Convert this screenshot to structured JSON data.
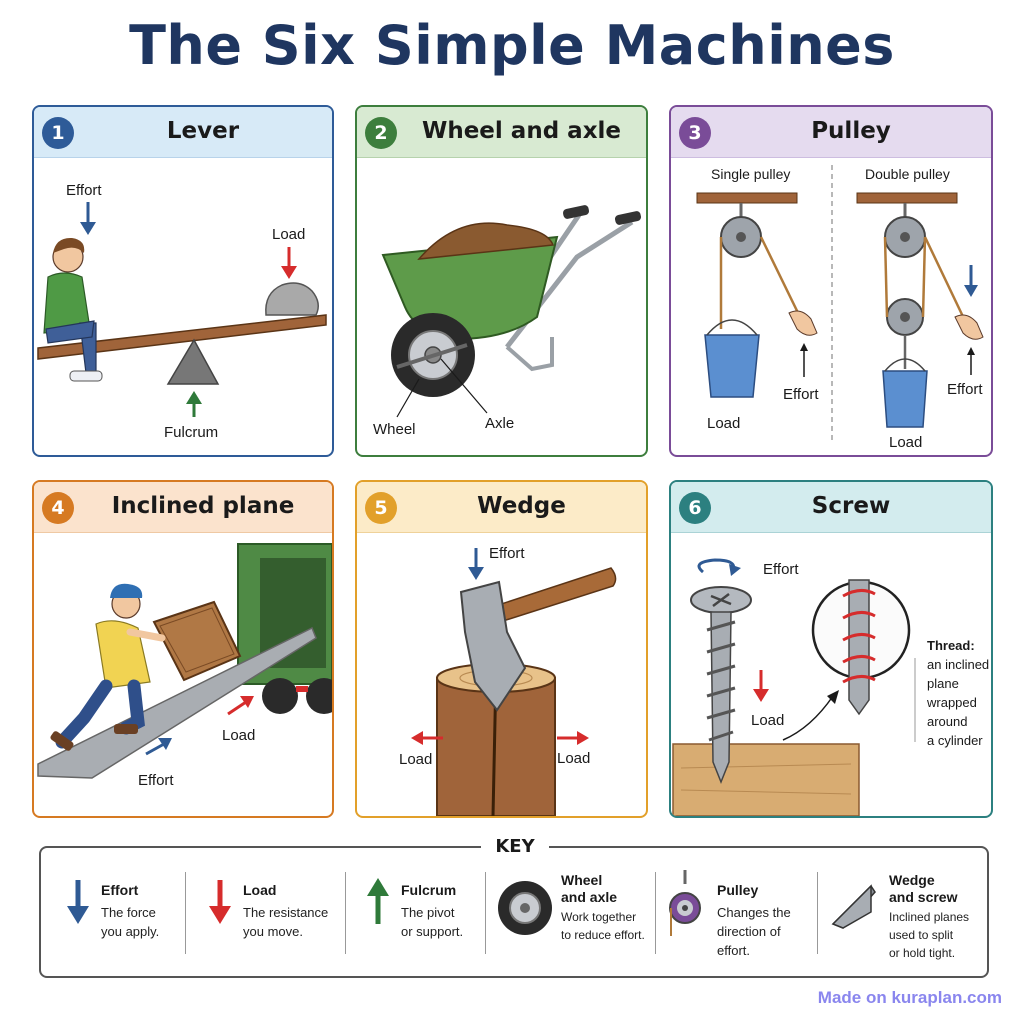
{
  "title": "The Six Simple Machines",
  "colors": {
    "title": "#1f3660",
    "effort_arrow": "#2f5a94",
    "load_arrow": "#d62c2c",
    "fulcrum_arrow": "#2f7a3a",
    "footer": "#8a86ee"
  },
  "cards": [
    {
      "number": "1",
      "title": "Lever",
      "labels": {
        "effort": "Effort",
        "load": "Load",
        "fulcrum": "Fulcrum"
      },
      "accent": "#2e5b98",
      "header_bg": "#d7eaf7"
    },
    {
      "number": "2",
      "title": "Wheel and axle",
      "labels": {
        "wheel": "Wheel",
        "axle": "Axle"
      },
      "accent": "#3d7e3d",
      "header_bg": "#d8ead2"
    },
    {
      "number": "3",
      "title": "Pulley",
      "labels": {
        "single": "Single pulley",
        "double": "Double pulley",
        "effort1": "Effort",
        "load1": "Load",
        "effort2": "Effort",
        "load2": "Load"
      },
      "accent": "#7a4c98",
      "header_bg": "#e5dbef"
    },
    {
      "number": "4",
      "title": "Inclined plane",
      "labels": {
        "load": "Load",
        "effort": "Effort"
      },
      "accent": "#d67a22",
      "header_bg": "#fbe3cd"
    },
    {
      "number": "5",
      "title": "Wedge",
      "labels": {
        "effort": "Effort",
        "load_left": "Load",
        "load_right": "Load"
      },
      "accent": "#e2a02a",
      "header_bg": "#fcebc8"
    },
    {
      "number": "6",
      "title": "Screw",
      "labels": {
        "effort": "Effort",
        "load": "Load",
        "thread_title": "Thread:",
        "thread_lines": [
          "an inclined",
          "plane",
          "wrapped",
          "around",
          "a cylinder"
        ]
      },
      "accent": "#2c8080",
      "header_bg": "#d3ecee"
    }
  ],
  "key": {
    "title": "KEY",
    "items": [
      {
        "name": "Effort",
        "desc": [
          "The force",
          "you apply."
        ],
        "icon": "effort-arrow-icon"
      },
      {
        "name": "Load",
        "desc": [
          "The resistance",
          "you move."
        ],
        "icon": "load-arrow-icon"
      },
      {
        "name": "Fulcrum",
        "desc": [
          "The pivot",
          "or support."
        ],
        "icon": "fulcrum-arrow-icon"
      },
      {
        "name": [
          "Wheel",
          "and axle"
        ],
        "desc": [
          "Work together",
          "to reduce effort."
        ],
        "icon": "wheel-icon"
      },
      {
        "name": "Pulley",
        "desc": [
          "Changes the",
          "direction of",
          "effort."
        ],
        "icon": "pulley-icon"
      },
      {
        "name": [
          "Wedge",
          "and screw"
        ],
        "desc": [
          "Inclined planes",
          "used to split",
          "or hold tight."
        ],
        "icon": "wedge-icon"
      }
    ]
  },
  "footer": "Made on kuraplan.com"
}
